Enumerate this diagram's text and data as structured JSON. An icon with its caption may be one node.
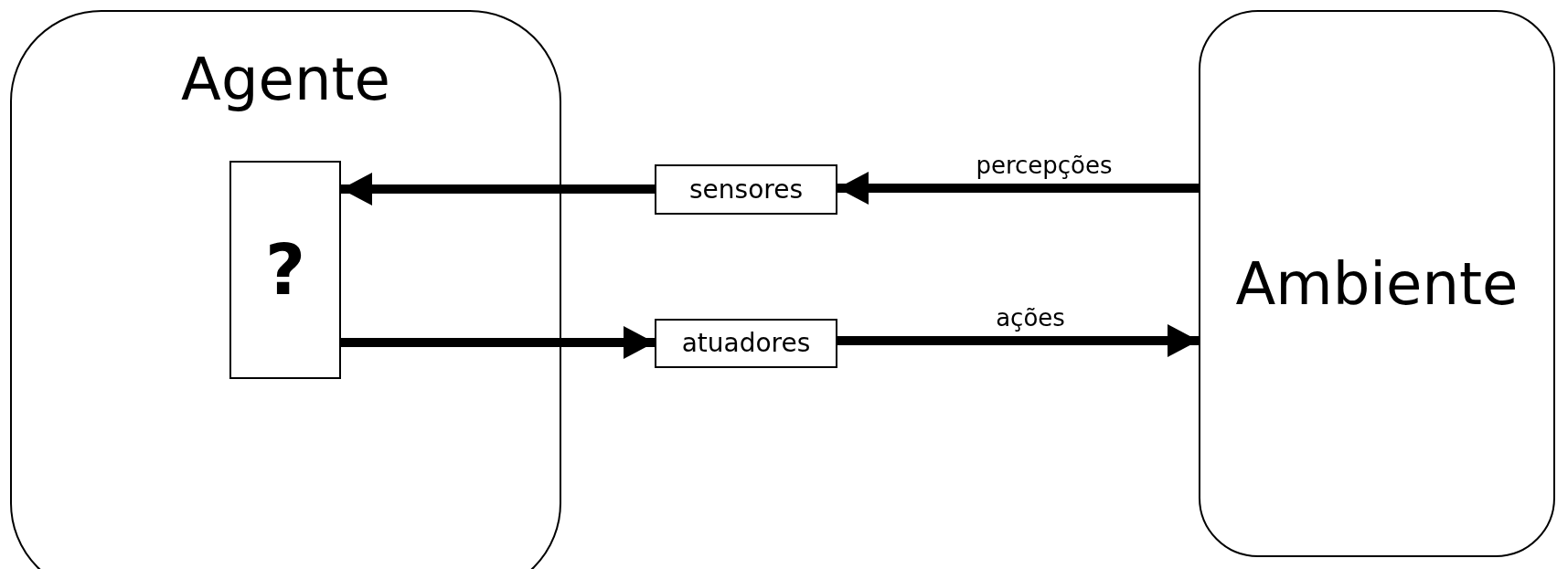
{
  "diagram": {
    "nodes": [
      {
        "text": [
          "Agente"
        ]
      },
      {
        "text": [
          "?"
        ],
        "in": 0
      },
      {
        "text": [
          "sensores"
        ]
      },
      {
        "text": [
          "atuadores"
        ]
      },
      {
        "text": [
          "Ambiente"
        ]
      }
    ],
    "edges": [
      {
        "from": 4,
        "to": 2,
        "arrow": "to",
        "label": "percepções"
      },
      {
        "from": 2,
        "to": 1,
        "arrow": "to"
      },
      {
        "from": 1,
        "to": 3,
        "arrow": "to"
      },
      {
        "from": 3,
        "to": 4,
        "arrow": "to",
        "label": "ações"
      }
    ]
  }
}
